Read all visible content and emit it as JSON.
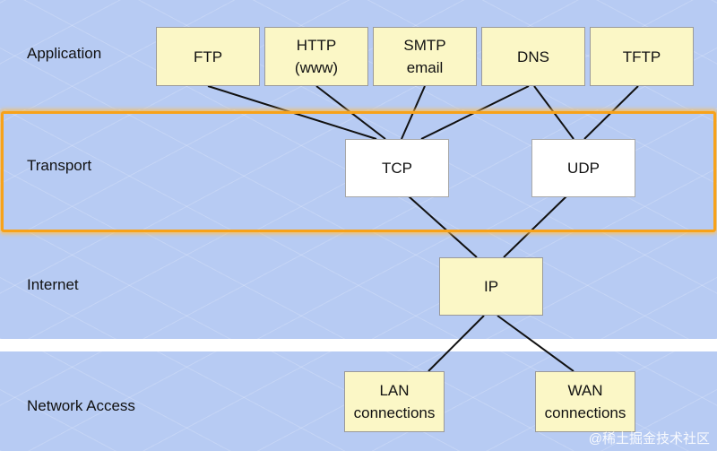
{
  "layers": {
    "application": "Application",
    "transport": "Transport",
    "internet": "Internet",
    "network_access": "Network Access"
  },
  "protocols": {
    "ftp": {
      "lines": [
        "FTP"
      ]
    },
    "http": {
      "lines": [
        "HTTP",
        "(www)"
      ]
    },
    "smtp": {
      "lines": [
        "SMTP",
        "email"
      ]
    },
    "dns": {
      "lines": [
        "DNS"
      ]
    },
    "tftp": {
      "lines": [
        "TFTP"
      ]
    },
    "tcp": {
      "lines": [
        "TCP"
      ]
    },
    "udp": {
      "lines": [
        "UDP"
      ]
    },
    "ip": {
      "lines": [
        "IP"
      ]
    },
    "lan": {
      "lines": [
        "LAN",
        "connections"
      ]
    },
    "wan": {
      "lines": [
        "WAN",
        "connections"
      ]
    }
  },
  "connections": [
    [
      "ftp",
      "tcp"
    ],
    [
      "http",
      "tcp"
    ],
    [
      "smtp",
      "tcp"
    ],
    [
      "dns",
      "tcp"
    ],
    [
      "dns",
      "udp"
    ],
    [
      "tftp",
      "udp"
    ],
    [
      "tcp",
      "ip"
    ],
    [
      "udp",
      "ip"
    ],
    [
      "ip",
      "lan"
    ],
    [
      "ip",
      "wan"
    ]
  ],
  "highlighted_layer": "transport",
  "colors": {
    "band": "#b7cbf3",
    "app_box": "#fbf7c6",
    "transport_box": "#ffffff",
    "highlight": "#f7a21a",
    "line": "#111111"
  },
  "watermark": "@稀土掘金技术社区"
}
